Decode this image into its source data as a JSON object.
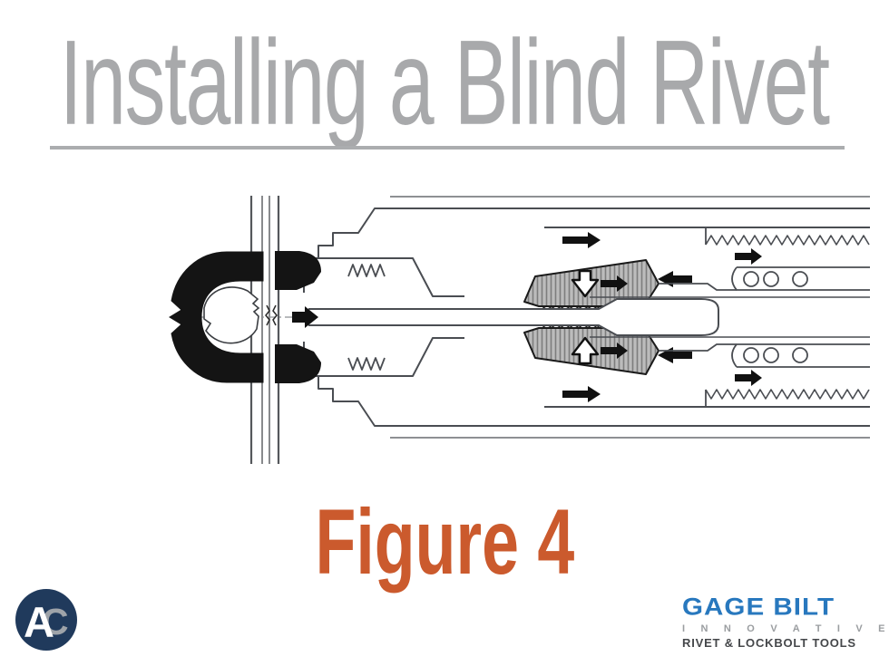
{
  "slide": {
    "title": "Installing a Blind Rivet",
    "figure_label": "Figure 4",
    "colors": {
      "title_gray": "#A8A9AB",
      "rule_gray": "#ABADAF",
      "figure_orange": "#CB5A2D",
      "ac_logo_navy": "#203A5C",
      "gagebilt_blue": "#2878BE",
      "diagram_line": "#4a4d52",
      "jaw_gray": "#b8b8b8"
    }
  },
  "diagram": {
    "name": "blind-rivet-installation-cutaway",
    "elements": [
      "formed-rivet-head",
      "workpiece-sheets",
      "rivet-stem",
      "tool-nose-housing",
      "pulling-jaw-upper",
      "pulling-jaw-lower",
      "jaw-springs",
      "thread-sections",
      "spring-coils",
      "motion-arrows"
    ]
  },
  "footer": {
    "ac_logo": {
      "letter_c": "C",
      "letter_a": "A"
    },
    "gagebilt": {
      "name": "GAGE BILT",
      "tagline": "I N N O V A T I V E",
      "subtitle": "RIVET & LOCKBOLT TOOLS"
    }
  }
}
